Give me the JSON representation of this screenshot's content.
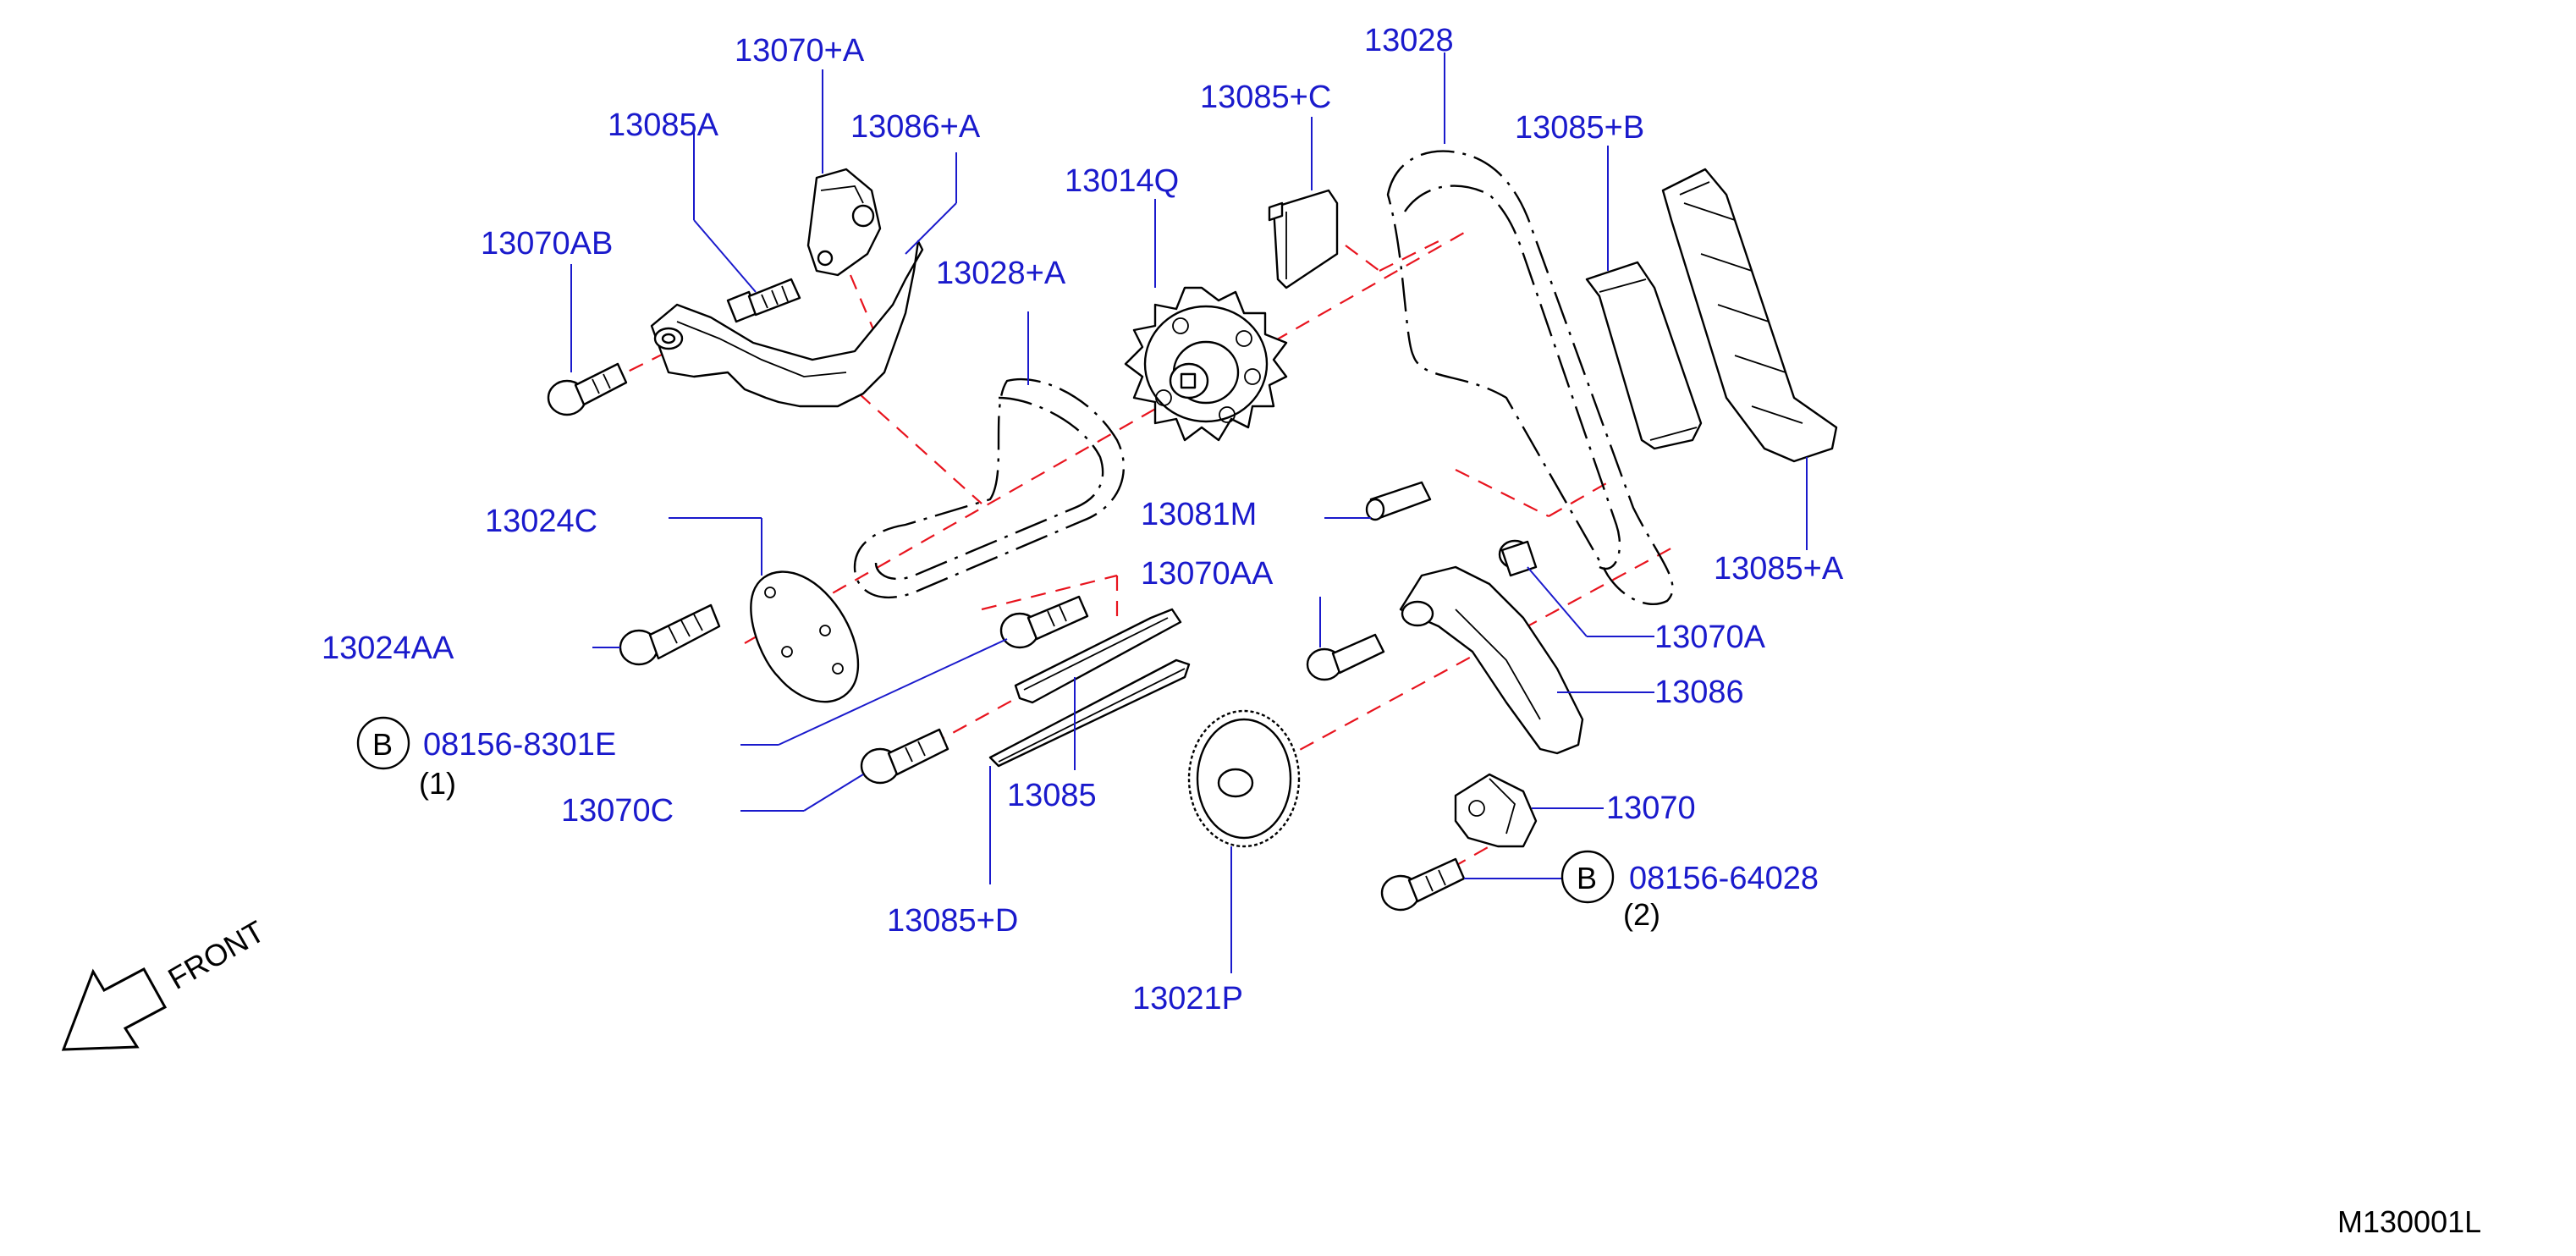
{
  "diagram": {
    "drawing_code": "M130001L",
    "front_label": "FRONT",
    "colors": {
      "label": "#1a1acc",
      "axis_dash": "#e8141e",
      "line_art": "#000000"
    },
    "parts": {
      "p13070_A": "13070+A",
      "p13085A": "13085A",
      "p13086_A": "13086+A",
      "p13070AB": "13070AB",
      "p13014Q": "13014Q",
      "p13028_A": "13028+A",
      "p13085_C": "13085+C",
      "p13028": "13028",
      "p13085_B": "13085+B",
      "p13024C": "13024C",
      "p13081M": "13081M",
      "p13070AA": "13070AA",
      "p13085_A": "13085+A",
      "p13024AA": "13024AA",
      "p13070A": "13070A",
      "p13086": "13086",
      "p08156_8301E": "08156-8301E",
      "p08156_8301E_qty": "(1)",
      "p13070C": "13070C",
      "p13085": "13085",
      "p13070": "13070",
      "p08156_64028": "08156-64028",
      "p08156_64028_qty": "(2)",
      "p13085_D": "13085+D",
      "p13021P": "13021P"
    },
    "bolt_marker": "B"
  }
}
